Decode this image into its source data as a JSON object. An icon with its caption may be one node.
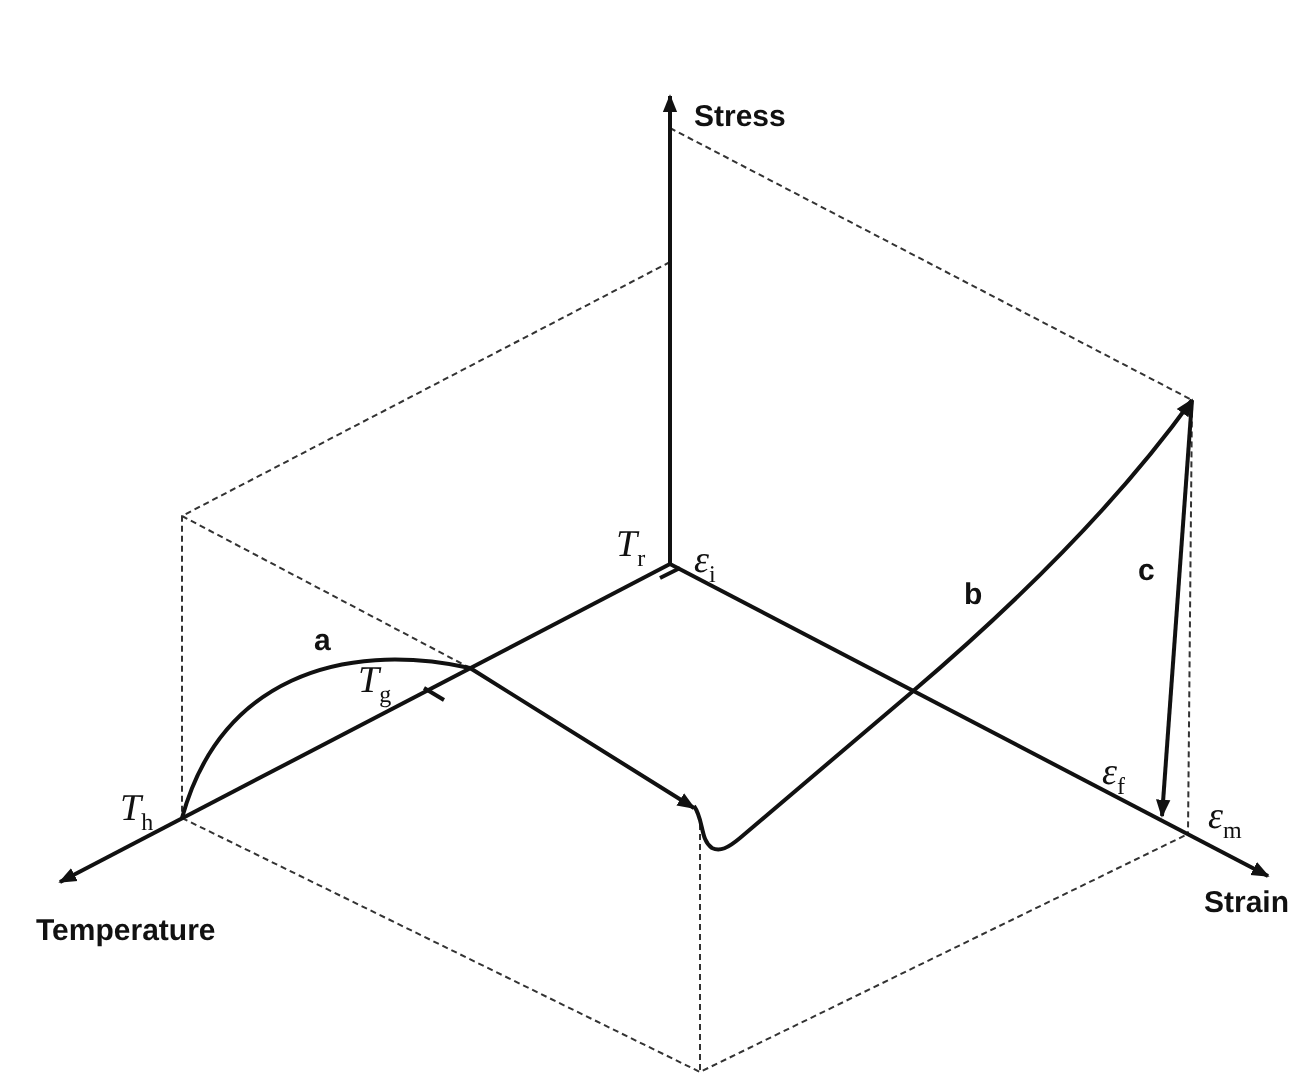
{
  "diagram": {
    "labels": [
      "Stress",
      "*T*$_{r}$",
      "*ε*$_{i}$",
      "a",
      "b",
      "c",
      "*T*$_{g}$",
      "*T*$_{h}$",
      "*ε*$_{f}$",
      "*ε*$_{m}$",
      "Temperature",
      "Strain"
    ]
  }
}
